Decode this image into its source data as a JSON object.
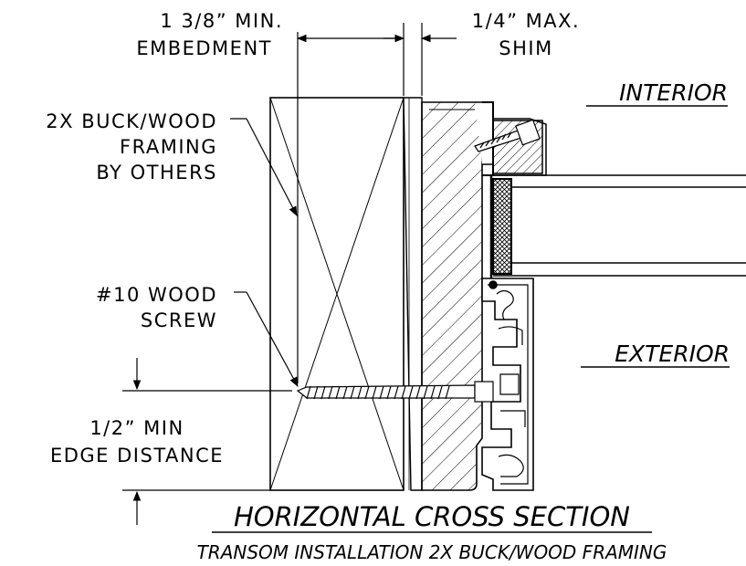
{
  "labels": {
    "embedment_line1": "1 3/8” MIN.",
    "embedment_line2": "EMBEDMENT",
    "shim_line1": "1/4” MAX.",
    "shim_line2": "SHIM",
    "interior": "INTERIOR",
    "exterior": "EXTERIOR",
    "buck_line1": "2X BUCK/WOOD",
    "buck_line2": "FRAMING",
    "buck_line3": "BY OTHERS",
    "screw_line1": "#10 WOOD",
    "screw_line2": "SCREW",
    "edge_line1": "1/2” MIN",
    "edge_line2": "EDGE DISTANCE"
  },
  "title": "HORIZONTAL CROSS SECTION",
  "subtitle": "TRANSOM INSTALLATION 2X BUCK/WOOD FRAMING"
}
